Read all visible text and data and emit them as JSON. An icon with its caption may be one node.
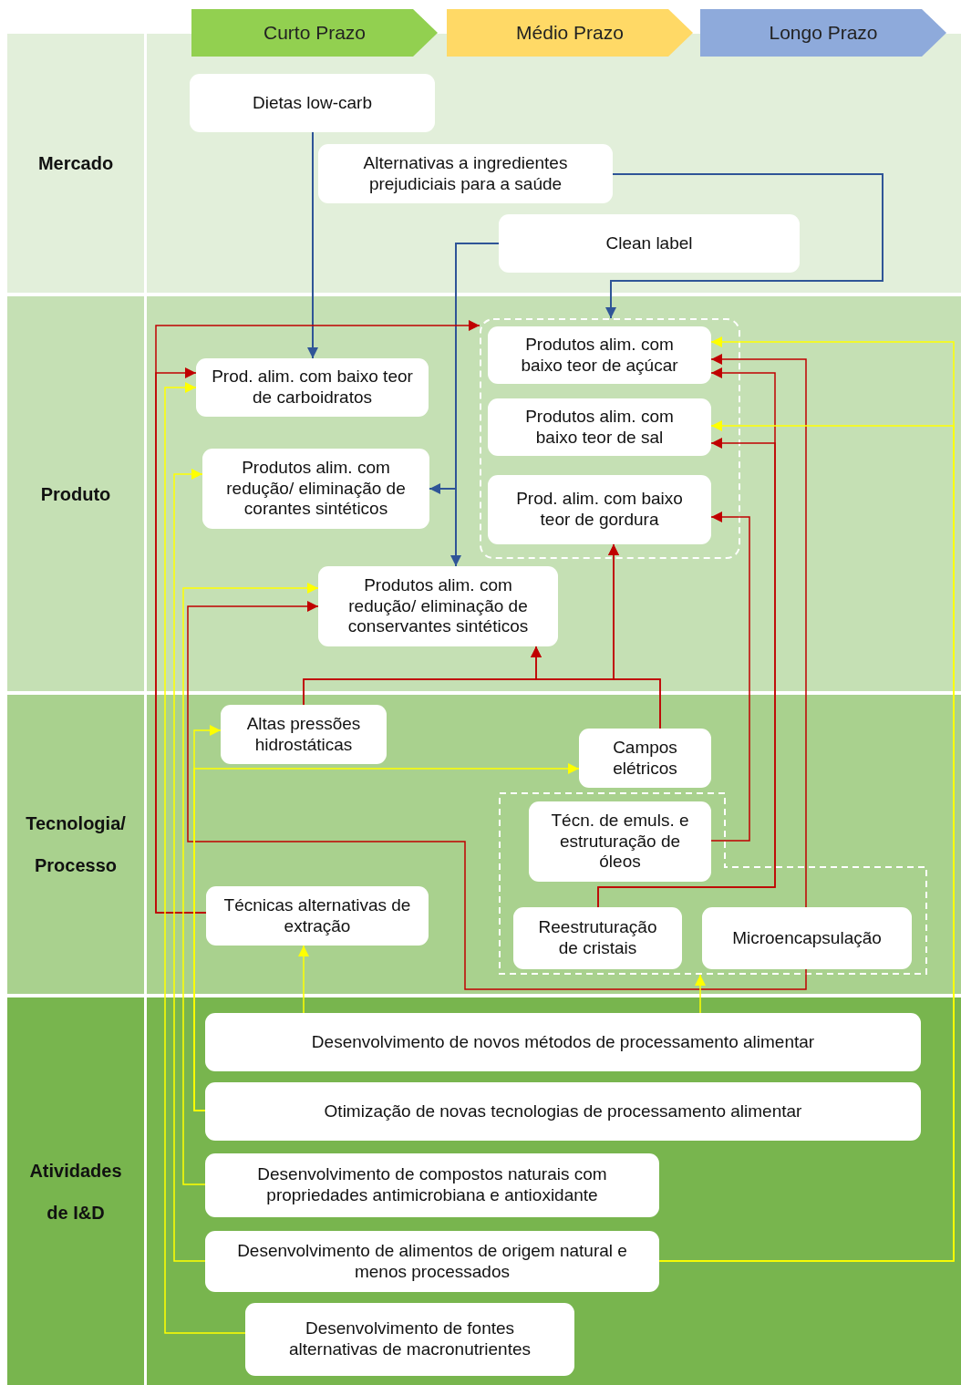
{
  "diagram": {
    "nodes": [
      {
        "text": [
          "Curto Prazo"
        ]
      },
      {
        "text": [
          "Médio Prazo"
        ]
      },
      {
        "text": [
          "Longo Prazo"
        ]
      },
      {
        "text": [
          "Mercado"
        ]
      },
      {
        "text": [
          "Dietas low-carb"
        ],
        "in": 3
      },
      {
        "text": [
          "Alternativas a ingredientes prejudiciais para a saúde"
        ],
        "in": 3
      },
      {
        "text": [
          "Clean label"
        ],
        "in": 3
      },
      {
        "text": [
          "Produto"
        ]
      },
      {
        "text": [
          "Prod. alim. com baixo teor de carboidratos"
        ],
        "in": 7
      },
      {
        "text": [
          "Produtos alim. com redução/ eliminação de corantes sintéticos"
        ],
        "in": 7
      },
      {
        "text": [],
        "shape": "box",
        "in": 7
      },
      {
        "text": [
          "Produtos alim. com baixo teor de açúcar"
        ],
        "in": 10
      },
      {
        "text": [
          "Produtos alim. com baixo teor de sal"
        ],
        "in": 10
      },
      {
        "text": [
          "Prod. alim. com baixo teor de gordura"
        ],
        "in": 10
      },
      {
        "text": [
          "Produtos alim. com redução/ eliminação de conservantes sintéticos"
        ],
        "in": 7
      },
      {
        "text": [
          "Tecnologia/ Processo"
        ]
      },
      {
        "text": [
          "Altas pressões hidrostáticas"
        ],
        "in": 15
      },
      {
        "text": [
          "Campos elétricos"
        ],
        "in": 15
      },
      {
        "text": [],
        "shape": "box",
        "in": 15
      },
      {
        "text": [
          "Técn. de emuls. e estruturação de óleos"
        ],
        "in": 18
      },
      {
        "text": [
          "Técnicas alternativas de extração"
        ],
        "in": 15
      },
      {
        "text": [
          "Reestruturação de cristais"
        ],
        "in": 18
      },
      {
        "text": [
          "Microencapsulação"
        ],
        "in": 18
      },
      {
        "text": [
          "Atividades de I&D"
        ]
      },
      {
        "text": [
          "Desenvolvimento de novos métodos de processamento alimentar"
        ],
        "in": 23
      },
      {
        "text": [
          "Otimização de novas tecnologias de processamento alimentar"
        ],
        "in": 23
      },
      {
        "text": [
          "Desenvolvimento de compostos naturais com propriedades antimicrobiana e antioxidante"
        ],
        "in": 23
      },
      {
        "text": [
          "Desenvolvimento de alimentos de origem natural e menos processados"
        ],
        "in": 23
      },
      {
        "text": [
          "Desenvolvimento de fontes alternativas de macronutrientes"
        ],
        "in": 23
      }
    ],
    "edges": [
      {
        "from": 4,
        "to": 8,
        "arrow": "to",
        "color": "#2f5597"
      },
      {
        "from": 6,
        "to": 9,
        "arrow": "to",
        "color": "#2f5597"
      },
      {
        "from": 6,
        "to": 14,
        "arrow": "to",
        "color": "#2f5597"
      },
      {
        "from": 5,
        "to": 10,
        "arrow": "to",
        "color": "#2f5597"
      },
      {
        "from": 20,
        "to": 10,
        "arrow": "to"
      },
      {
        "from": 20,
        "to": 8,
        "arrow": "to"
      },
      {
        "from": 16,
        "to": 14,
        "arrow": "to"
      },
      {
        "from": 16,
        "to": 13,
        "arrow": "to"
      },
      {
        "from": 17,
        "to": 14,
        "arrow": "to"
      },
      {
        "from": 17,
        "to": 13,
        "arrow": "to"
      },
      {
        "from": 19,
        "to": 13,
        "arrow": "to"
      },
      {
        "from": 21,
        "to": 11,
        "arrow": "to"
      },
      {
        "from": 21,
        "to": 12,
        "arrow": "to"
      },
      {
        "from": 22,
        "to": 11,
        "arrow": "to"
      },
      {
        "from": 22,
        "to": 14,
        "arrow": "to"
      },
      {
        "from": 24,
        "to": 20,
        "arrow": "to",
        "color": "#ffff00"
      },
      {
        "from": 24,
        "to": 18,
        "arrow": "to",
        "color": "#ffff00"
      },
      {
        "from": 25,
        "to": 17,
        "arrow": "to",
        "color": "#ffff00"
      },
      {
        "from": 25,
        "to": 16,
        "arrow": "to",
        "color": "#ffff00"
      },
      {
        "from": 26,
        "to": 14,
        "arrow": "to",
        "color": "#ffff00"
      },
      {
        "from": 27,
        "to": 9,
        "arrow": "to",
        "color": "#ffff00"
      },
      {
        "from": 27,
        "to": 11,
        "arrow": "to",
        "color": "#ffff00"
      },
      {
        "from": 27,
        "to": 12,
        "arrow": "to",
        "color": "#ffff00"
      },
      {
        "from": 28,
        "to": 8,
        "arrow": "to",
        "color": "#ffff00"
      }
    ]
  }
}
